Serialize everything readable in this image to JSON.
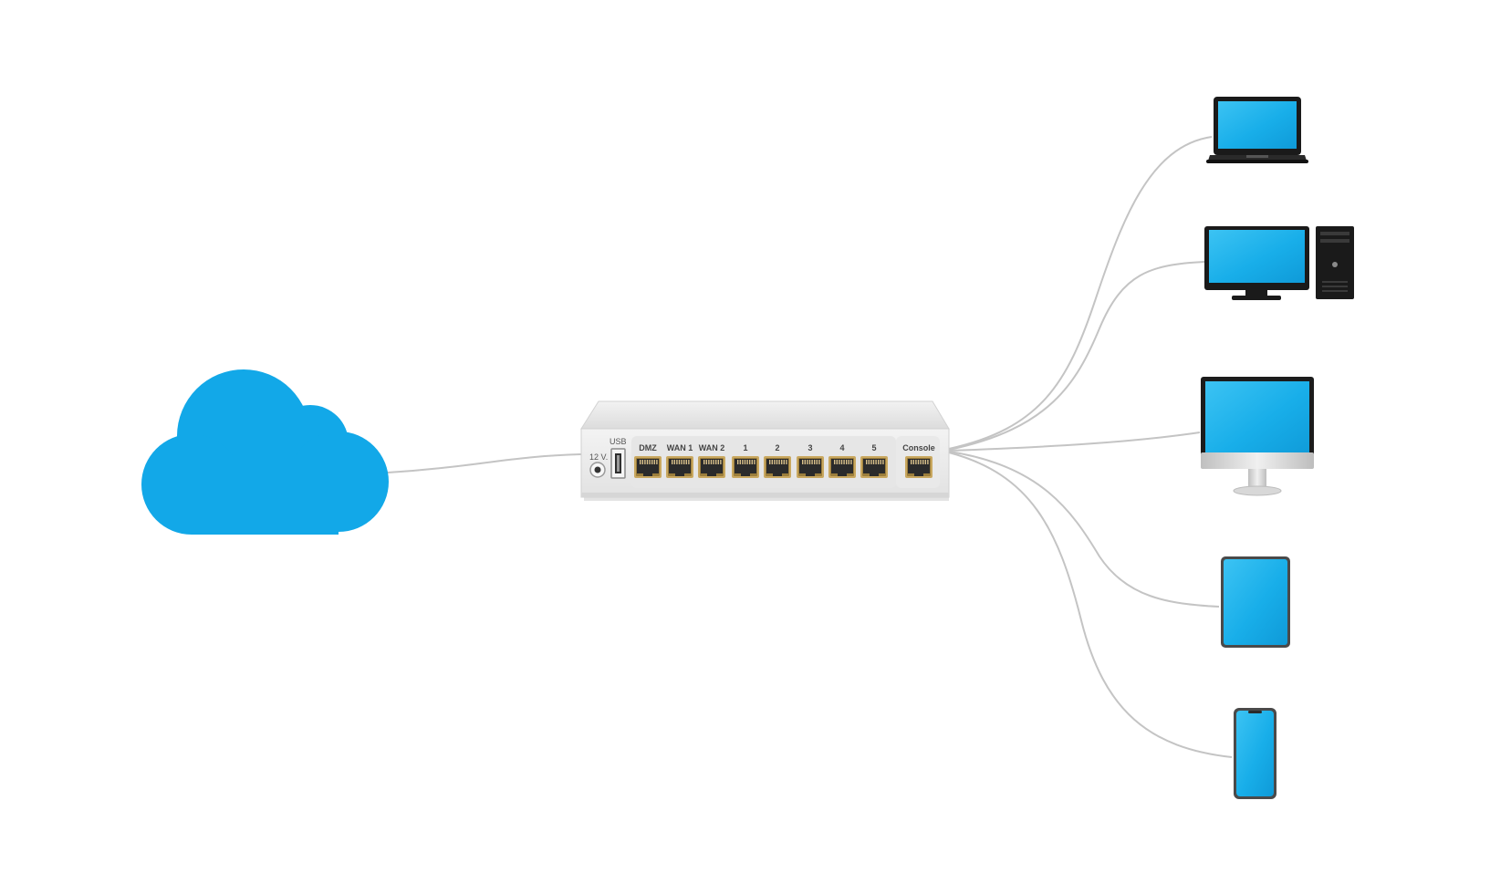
{
  "colors": {
    "background": "#ffffff",
    "cloud": "#12a8e8",
    "screen": "#18aee9",
    "device_body": "#1a1a1a",
    "cable": "#c4c4c4",
    "router_body": "#ededed",
    "port_gold": "#c9a860"
  },
  "router": {
    "labels": {
      "power": "12 V.",
      "usb": "USB",
      "dmz": "DMZ",
      "wan1": "WAN 1",
      "wan2": "WAN 2",
      "port1": "1",
      "port2": "2",
      "port3": "3",
      "port4": "4",
      "port5": "5",
      "console": "Console"
    }
  },
  "nodes": {
    "cloud": "cloud-icon",
    "router": "router-icon",
    "devices": [
      "laptop-icon",
      "desktop-computer-icon",
      "all-in-one-monitor-icon",
      "tablet-icon",
      "smartphone-icon"
    ]
  }
}
